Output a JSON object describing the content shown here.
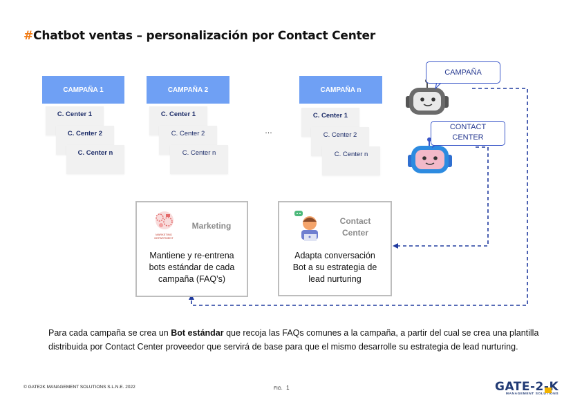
{
  "title": {
    "hash": "#",
    "text": "Chatbot ventas – personalización por Contact Center"
  },
  "campaigns": [
    {
      "label": "CAMPAÑA 1",
      "centers": [
        "C. Center 1",
        "C. Center 2",
        "C. Center n"
      ]
    },
    {
      "label": "CAMPAÑA 2",
      "centers": [
        "C. Center 1",
        "C. Center 2",
        "C. Center n"
      ]
    },
    {
      "label": "CAMPAÑA n",
      "centers": [
        "C. Center 1",
        "C. Center 2",
        "C. Center n"
      ]
    }
  ],
  "ellipsis": "…",
  "bubbles": {
    "campaign": "CAMPAÑA",
    "contact_line1": "CONTACT",
    "contact_line2": "CENTER"
  },
  "marketing": {
    "title": "Marketing",
    "icon_caption": "MARKETING DEPARTMENT",
    "lines": [
      "Mantiene y re-entrena",
      "bots estándar de cada",
      "campaña (FAQ’s)"
    ]
  },
  "contact_center": {
    "title_line1": "Contact",
    "title_line2": "Center",
    "lines": [
      "Adapta conversación",
      "Bot a su estrategia de",
      "lead nurturing"
    ]
  },
  "description": {
    "before": "Para cada campaña se crea un ",
    "bold": "Bot estándar",
    "after": " que recoja las FAQs comunes a la campaña, a partir del cual se crea una plantilla distribuida por Contact Center proveedor que servirá de base para que el mismo desarrolle su estrategia de lead nurturing."
  },
  "footer": {
    "copyright": "© GATE2K MANAGEMENT SOLUTIONS S.L.N.E. 2022",
    "fig_label": "FIG.",
    "fig_number": "1",
    "logo": "GATE-2-K",
    "logo_sub": "MANAGEMENT SOLUTIONS"
  },
  "colors": {
    "campaign_header": "#6fa0f4",
    "accent_orange": "#f07a14",
    "dashed_line": "#1f3a9e",
    "center_text": "#1c2c68"
  }
}
